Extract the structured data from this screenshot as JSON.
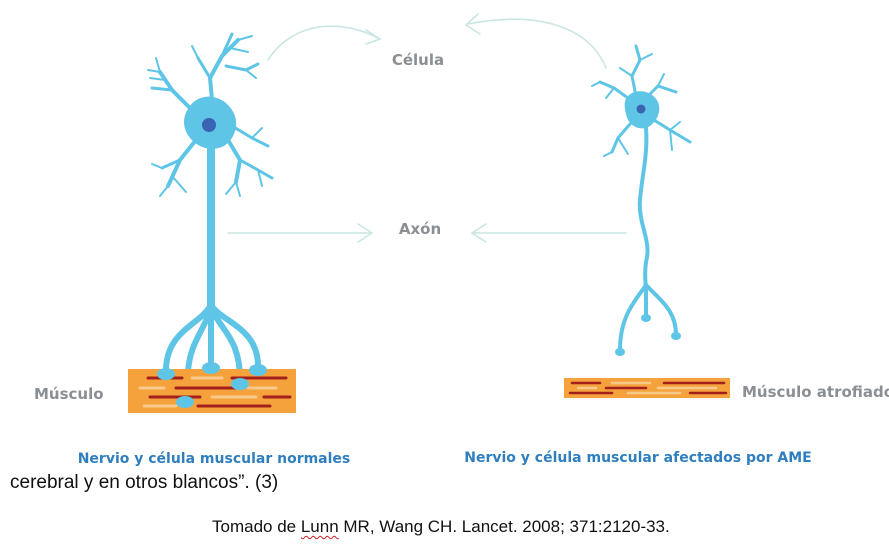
{
  "diagram": {
    "labels": {
      "cell": "Célula",
      "axon": "Axón",
      "muscle": "Músculo",
      "atrophied_muscle": "Músculo atrofiado",
      "normal_caption": "Nervio y célula muscular normales",
      "sma_caption": "Nervio y célula muscular afectados por AME"
    },
    "colors": {
      "neuron": "#5ec5e6",
      "nucleus": "#3a64b3",
      "muscle_fill": "#f5a23d",
      "muscle_stripe_dark": "#a3201c",
      "muscle_stripe_light": "#f7c98a",
      "arrow": "#c9e6e2",
      "caption": "#2f7fbf",
      "label": "#8a8f94"
    }
  },
  "text": {
    "body_line": "cerebral y en otros blancos”. (3)",
    "citation_prefix": "Tomado de ",
    "citation_author": "Lunn",
    "citation_rest": " MR, Wang CH. Lancet. 2008; 371:2120-33."
  }
}
